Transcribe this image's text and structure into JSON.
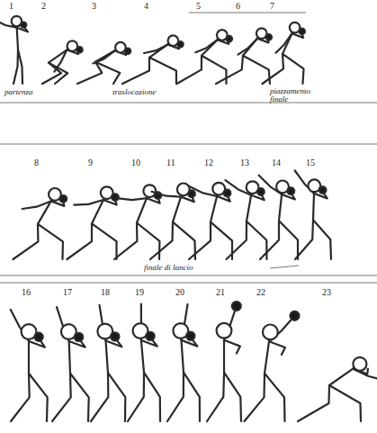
{
  "diagram": {
    "labels": [
      "1",
      "2",
      "3",
      "4",
      "5",
      "6",
      "7",
      "partenza",
      "traslocazione",
      "piazzamento finale",
      "8",
      "9",
      "10",
      "11",
      "12",
      "13",
      "14",
      "15",
      "finale di lancio",
      "16",
      "17",
      "18",
      "19",
      "20",
      "21",
      "22",
      "23"
    ]
  }
}
